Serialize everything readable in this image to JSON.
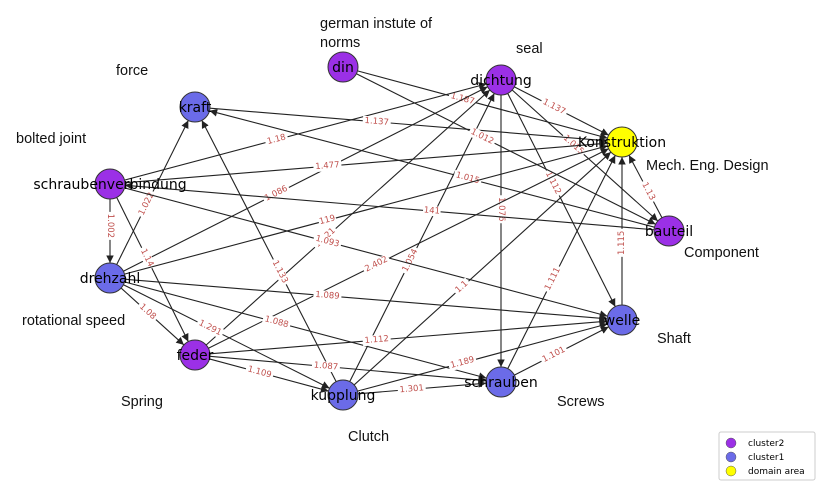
{
  "colors": {
    "cluster2": "#9b30e6",
    "cluster1": "#6b6be8",
    "domain": "#ffff00",
    "edge_label": "#c0504d"
  },
  "nodes": [
    {
      "id": "din",
      "label": "din",
      "cluster": "cluster2"
    },
    {
      "id": "dichtung",
      "label": "dichtung",
      "cluster": "cluster2"
    },
    {
      "id": "kraft",
      "label": "kraft",
      "cluster": "cluster1"
    },
    {
      "id": "konstruktion",
      "label": "Konstruktion",
      "cluster": "domain"
    },
    {
      "id": "schraubenverbindung",
      "label": "schraubenverbindung",
      "cluster": "cluster2"
    },
    {
      "id": "bauteil",
      "label": "bauteil",
      "cluster": "cluster2"
    },
    {
      "id": "drehzahl",
      "label": "drehzahl",
      "cluster": "cluster1"
    },
    {
      "id": "welle",
      "label": "welle",
      "cluster": "cluster1"
    },
    {
      "id": "feder",
      "label": "feder",
      "cluster": "cluster2"
    },
    {
      "id": "kupplung",
      "label": "kupplung",
      "cluster": "cluster1"
    },
    {
      "id": "schrauben",
      "label": "schrauben",
      "cluster": "cluster1"
    }
  ],
  "edges": [
    {
      "source": "din",
      "target": "konstruktion",
      "weight": "1.187"
    },
    {
      "source": "dichtung",
      "target": "konstruktion",
      "weight": "1.137"
    },
    {
      "source": "dichtung",
      "target": "bauteil",
      "weight": "1.015"
    },
    {
      "source": "dichtung",
      "target": "welle",
      "weight": "1.112"
    },
    {
      "source": "dichtung",
      "target": "schrauben",
      "weight": "1.076"
    },
    {
      "source": "kupplung",
      "target": "dichtung",
      "weight": "1.054"
    },
    {
      "source": "feder",
      "target": "dichtung",
      "weight": "1.121"
    },
    {
      "source": "schraubenverbindung",
      "target": "dichtung",
      "weight": "1.18"
    },
    {
      "source": "drehzahl",
      "target": "dichtung",
      "weight": "1.086"
    },
    {
      "source": "kraft",
      "target": "konstruktion",
      "weight": "1.137"
    },
    {
      "source": "bauteil",
      "target": "kraft",
      "weight": "1.015"
    },
    {
      "source": "kupplung",
      "target": "kraft",
      "weight": "1.133"
    },
    {
      "source": "drehzahl",
      "target": "kraft",
      "weight": "1.022"
    },
    {
      "source": "schraubenverbindung",
      "target": "konstruktion",
      "weight": "1.477"
    },
    {
      "source": "bauteil",
      "target": "schraubenverbindung",
      "weight": "141"
    },
    {
      "source": "schraubenverbindung",
      "target": "welle",
      "weight": "1.093"
    },
    {
      "source": "schraubenverbindung",
      "target": "drehzahl",
      "weight": "1.002"
    },
    {
      "source": "schraubenverbindung",
      "target": "feder",
      "weight": "1.14"
    },
    {
      "source": "drehzahl",
      "target": "konstruktion",
      "weight": "119"
    },
    {
      "source": "kupplung",
      "target": "konstruktion",
      "weight": "1.1"
    },
    {
      "source": "feder",
      "target": "konstruktion",
      "weight": "2.402"
    },
    {
      "source": "schrauben",
      "target": "konstruktion",
      "weight": "1.111"
    },
    {
      "source": "welle",
      "target": "konstruktion",
      "weight": "1.115"
    },
    {
      "source": "bauteil",
      "target": "konstruktion",
      "weight": "1.13"
    },
    {
      "source": "din",
      "target": "bauteil",
      "weight": "1.012"
    },
    {
      "source": "drehzahl",
      "target": "welle",
      "weight": "1.089"
    },
    {
      "source": "drehzahl",
      "target": "feder",
      "weight": "1.08"
    },
    {
      "source": "drehzahl",
      "target": "schrauben",
      "weight": "1.088"
    },
    {
      "source": "drehzahl",
      "target": "kupplung",
      "weight": "1.291"
    },
    {
      "source": "feder",
      "target": "welle",
      "weight": "1.112"
    },
    {
      "source": "feder",
      "target": "schrauben",
      "weight": "1.087"
    },
    {
      "source": "feder",
      "target": "kupplung",
      "weight": "1.109"
    },
    {
      "source": "kupplung",
      "target": "welle",
      "weight": "1.189"
    },
    {
      "source": "kupplung",
      "target": "schrauben",
      "weight": "1.301"
    },
    {
      "source": "schrauben",
      "target": "welle",
      "weight": "1.101"
    }
  ],
  "annotations": [
    {
      "text_line1": "german instute of",
      "text_line2": "norms",
      "for": "din"
    },
    {
      "text_line1": "seal",
      "text_line2": "",
      "for": "dichtung"
    },
    {
      "text_line1": "force",
      "text_line2": "",
      "for": "kraft"
    },
    {
      "text_line1": "bolted joint",
      "text_line2": "",
      "for": "schraubenverbindung"
    },
    {
      "text_line1": "Mech. Eng. Design",
      "text_line2": "",
      "for": "konstruktion"
    },
    {
      "text_line1": "Component",
      "text_line2": "",
      "for": "bauteil"
    },
    {
      "text_line1": "rotational speed",
      "text_line2": "",
      "for": "drehzahl"
    },
    {
      "text_line1": "Shaft",
      "text_line2": "",
      "for": "welle"
    },
    {
      "text_line1": "Spring",
      "text_line2": "",
      "for": "feder"
    },
    {
      "text_line1": "Screws",
      "text_line2": "",
      "for": "schrauben"
    },
    {
      "text_line1": "Clutch",
      "text_line2": "",
      "for": "kupplung"
    }
  ],
  "legend": [
    {
      "label": "cluster2",
      "cluster": "cluster2"
    },
    {
      "label": "cluster1",
      "cluster": "cluster1"
    },
    {
      "label": "domain area",
      "cluster": "domain"
    }
  ]
}
